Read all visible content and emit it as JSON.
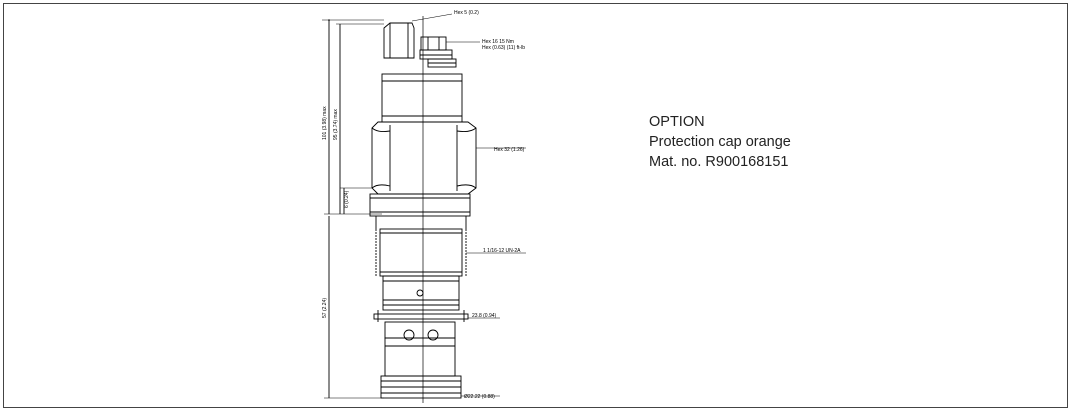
{
  "option": {
    "title": "OPTION",
    "description": "Protection cap orange",
    "material_number": "Mat. no. R900168151"
  },
  "callouts": {
    "top_hex": "Hex 5 (0.2)",
    "hex_nut_line1": "Hex 16     15 Nm",
    "hex_nut_line2": "Hex (0.63) (11) ft-lb",
    "body_hex": "Hex 32 (1.26)",
    "thread": "1 1/16-12 UN-2A",
    "diameter_238": "23.8 (0.94)",
    "diameter_2222": "Ø22.22 (0.88)"
  },
  "dimensions": {
    "overall_max": "101 (3.98) max",
    "height_max": "95 (3.74) max",
    "shoulder": "6 (0.24)",
    "cavity_depth": "57 (2.24)"
  },
  "colors": {
    "line": "#000000",
    "frame": "#444444",
    "text": "#222222"
  }
}
